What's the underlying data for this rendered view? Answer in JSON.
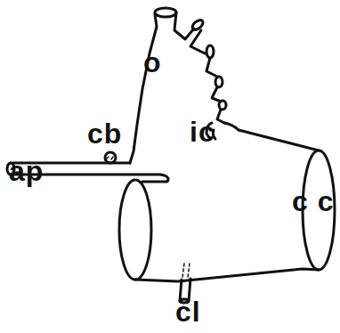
{
  "diagram": {
    "labels": [
      "o",
      "cb",
      "ap",
      "ic",
      "c c",
      "cl"
    ]
  }
}
